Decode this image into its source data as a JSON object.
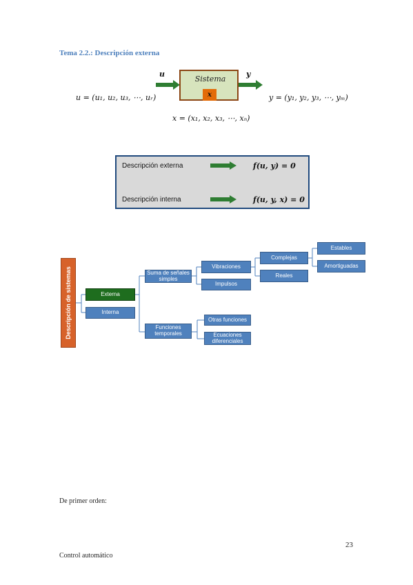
{
  "section_title": "Tema 2.2.: Descripción externa",
  "system_diagram": {
    "input_label": "u",
    "output_label": "y",
    "system_name": "Sistema",
    "state_label": "x",
    "u_equation": "u = (u₁, u₂, u₃, ⋯, uᵣ)",
    "y_equation": "y = (y₁, y₂, y₃, ⋯, yₘ)",
    "x_equation": "x = (x₁, x₂, x₃, ⋯, xₙ)"
  },
  "description_panel": {
    "rows": [
      {
        "label": "Descripción externa",
        "formula": "f(u, y) = 0"
      },
      {
        "label": "Descripción interna",
        "formula": "f(u, y, x) = 0"
      }
    ]
  },
  "tree": {
    "root": "Descripción de sistemas",
    "externa": "Externa",
    "interna": "Interna",
    "suma": "Suma de señales simples",
    "funciones": "Funciones temporales",
    "vibraciones": "Vibraciones",
    "impulsos": "Impulsos",
    "complejas": "Complejas",
    "reales": "Reales",
    "estables": "Estables",
    "amortiguadas": "Amortiguadas",
    "otras": "Otras funciones",
    "ecuaciones": "Ecuaciones diferenciales"
  },
  "body_text": "De primer orden:",
  "page_number": "23",
  "footer": "Control automático",
  "colors": {
    "title": "#4f81bd",
    "tree_box": "#4f81bd",
    "externa_box": "#1e6d1e",
    "root_box": "#d7622a",
    "system_fill": "#d7e4bd",
    "state_fill": "#e36c09",
    "arrow": "#2e7d32"
  }
}
